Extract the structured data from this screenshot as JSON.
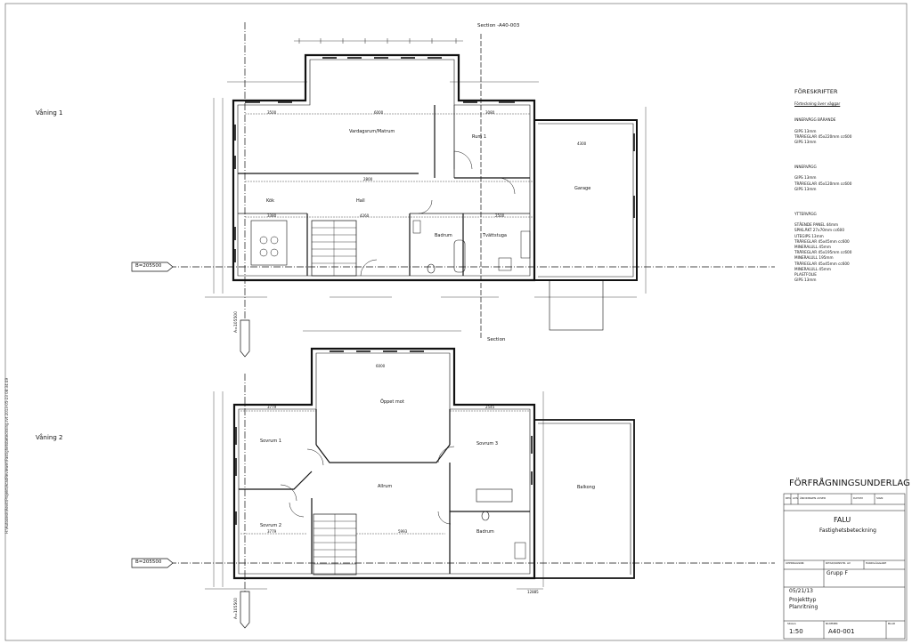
{
  "drawing": {
    "floor1_label": "Våning 1",
    "floor2_label": "Våning 2",
    "section_top": "Section -A40-003",
    "section_bottom": "Section",
    "grid_b1": "B=205500",
    "grid_b2": "B=205500",
    "grid_a1": "A=105500",
    "grid_a2": "A=105500"
  },
  "rooms_floor1": {
    "vardagsrum": "Vardagsrum/Matrum",
    "rum1": "Rum 1",
    "garage": "Garage",
    "kok": "Kök",
    "hall": "Hall",
    "badrum": "Badrum",
    "tvattstuga": "Tvättstuga"
  },
  "rooms_floor2": {
    "oppet_mot": "Öppet mot",
    "sovrum1": "Sovrum 1",
    "sovrum2": "Sovrum 2",
    "sovrum3": "Sovrum 3",
    "allrum": "Allrum",
    "badrum": "Badrum",
    "balkong": "Balkong"
  },
  "dimensions": {
    "d6000a": "6000",
    "d3500": "3500",
    "d3080": "3080",
    "d4300": "4300",
    "d3380": "3380",
    "d4260": "4260",
    "d2500": "2500",
    "d2800": "2800",
    "d6000b": "6000",
    "d3779a": "3779",
    "d3779b": "3779",
    "d5993": "5993",
    "d2545": "2545",
    "d12885": "12885"
  },
  "notes": {
    "title": "FÖRESKRIFTER",
    "subtitle": "Förteckning över väggar",
    "groups": [
      {
        "heading": "INNERVÄGG BÄRANDE",
        "lines": [
          "GIPS 13mm",
          "TRÄREGLAR 45x220mm cc600",
          "GIPS 13mm"
        ]
      },
      {
        "heading": "INNERVÄGG",
        "lines": [
          "GIPS 13mm",
          "TRÄREGLAR 45x120mm cc600",
          "GIPS 13mm"
        ]
      },
      {
        "heading": "YTTERVÄGG",
        "lines": [
          "STÅENDE PANEL 44mm",
          "SPIKLÄKT 27x70mm cc600",
          "UTEGIPS 13mm",
          "TRÄREGLAR 45x45mm cc600",
          "MINERALULL 45mm",
          "TRÄREGLAR 45x195mm cc600",
          "MINERALULL 195mm",
          "TRÄREGLAR 45x45mm cc600",
          "MINERALULL 45mm",
          "PLASTFOLIE",
          "GIPS 13mm"
        ]
      }
    ]
  },
  "title_block": {
    "heading": "FÖRFRÅGNINGSUNDERLAG",
    "col_rev": "REV",
    "col_avs": "AVS",
    "col_andring": "ÄNDRINGEN AVSER",
    "col_datum": "DATUM",
    "col_sign": "SIGN",
    "project": "FALU",
    "property": "Fastighetsbeteckning",
    "uppdrag": "UPPDRAGSNR",
    "ritad": "RITAD/KONSTR. AV",
    "handlaggare": "HANDLÄGGARE",
    "group": "Grupp F",
    "date": "05/21/13",
    "project_type": "Projekttyp",
    "drawing_type": "Planritning",
    "scale_label": "SKALA",
    "scale": "1:50",
    "number_label": "NUMMER",
    "number": "A40-001",
    "blad_label": "BLAD"
  },
  "side_text": "H:\\Autodesk\\Revit\\Projekt\\AcadReviewer\\Fastighetsbeteckning.rvt   2013-05-23 08:34:49"
}
